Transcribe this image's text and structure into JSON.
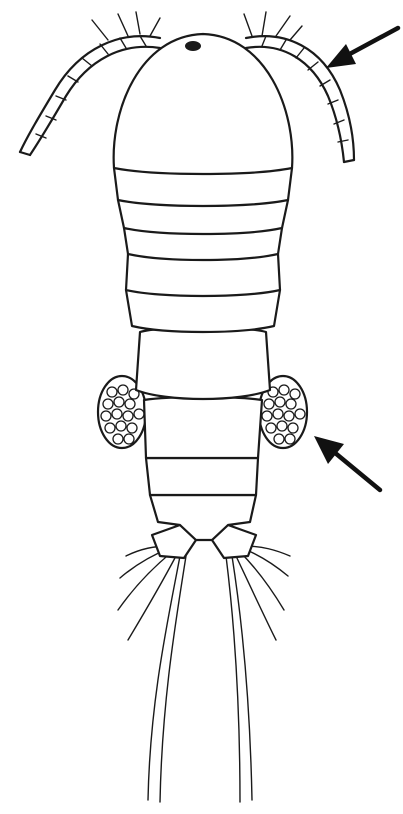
{
  "figure": {
    "subject": "copepod-line-drawing",
    "ink_color": "#1a1a1a",
    "background": "#ffffff",
    "arrows": [
      {
        "points_to": "antenna"
      },
      {
        "points_to": "egg-sac"
      }
    ]
  }
}
